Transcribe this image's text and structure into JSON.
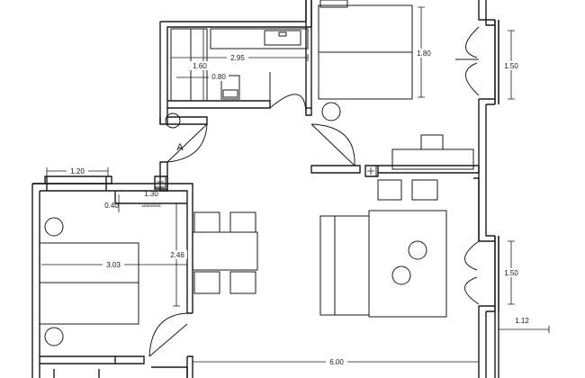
{
  "plan": {
    "section_marker": "A",
    "dimensions": {
      "bath_width": "2.95",
      "bath_height": "1.60",
      "bath_small": "0.80",
      "bed_top": "1.80",
      "window_top_right": "1.50",
      "window_lower_right": "1.50",
      "right_offset": "1.12",
      "left_window": "1.20",
      "left_inner": "1.30",
      "left_small": "0.40",
      "bed_left_width": "3.03",
      "bed_left_height": "2.46",
      "overall_width": "6.00"
    },
    "small_label": "ABBBBBBB"
  }
}
